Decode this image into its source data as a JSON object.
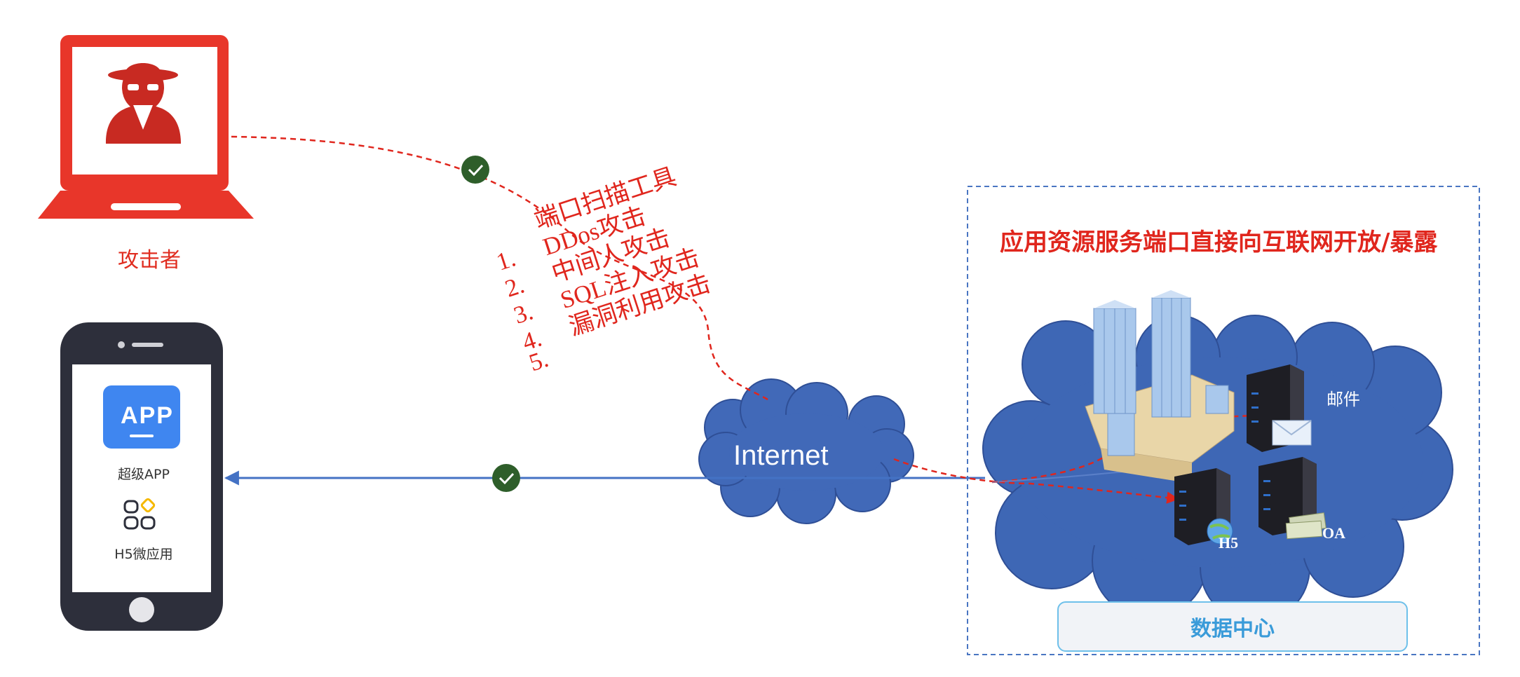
{
  "attacker": {
    "label": "攻击者"
  },
  "attack_tools": {
    "items": [
      {
        "num": "",
        "text": "端口扫描工具"
      },
      {
        "num": "1.",
        "text": "DDos攻击"
      },
      {
        "num": "2.",
        "text": "中间人攻击"
      },
      {
        "num": "3.",
        "text": "SQL注入攻击"
      },
      {
        "num": "4.",
        "text": "漏洞利用攻击"
      },
      {
        "num": "5.",
        "text": ""
      }
    ]
  },
  "internet": {
    "label": "Internet"
  },
  "mobile": {
    "app_badge": "APP",
    "app_name": "超级APP",
    "h5_name": "H5微应用"
  },
  "datacenter": {
    "title": "应用资源服务端口直接向互联网开放/暴露",
    "label": "数据中心",
    "servers": {
      "mail": "邮件",
      "h5": "H5",
      "oa": "OA"
    }
  },
  "colors": {
    "attack": "#e0261d",
    "cloud": "#4169b8",
    "link": "#4472c4",
    "check": "#2e5e2a",
    "phone": "#2d2f3b"
  }
}
